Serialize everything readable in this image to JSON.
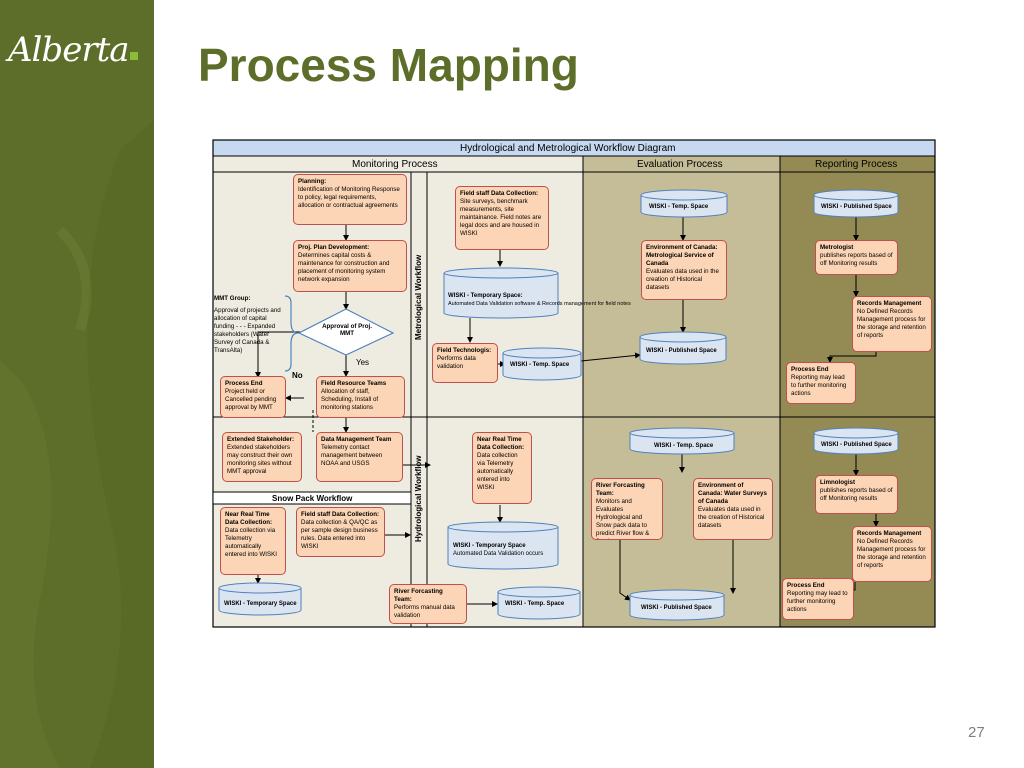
{
  "logo": {
    "text": "Alberta"
  },
  "title": "Process Mapping",
  "page_number": "27",
  "diagram": {
    "title": "Hydrological and Metrological Workflow Diagram",
    "columns": [
      "Monitoring Process",
      "Evaluation Process",
      "Reporting Process"
    ],
    "lanes": {
      "metrological": "Metrological Workflow",
      "hydrological": "Hydrological Workflow"
    },
    "snow_pack_title": "Snow Pack Workflow",
    "boxes": {
      "planning": {
        "head": "Planning:",
        "body": "Identification of Monitoring Response to policy, legal requirements, allocation or contractual agreements"
      },
      "proj_plan": {
        "head": "Proj. Plan Development:",
        "body": "Determines capital costs & maintenance for construction and placement of monitoring system network expansion"
      },
      "mmt_group": {
        "head": "MMT Group:",
        "body": "Approval of projects and allocation of capital funding - - - Expanded stakeholders (Water Survey of Canada & TransAlta)"
      },
      "approval": {
        "text": "Approval of Proj. MMT"
      },
      "yes": "Yes",
      "no": "No",
      "process_end_left": {
        "head": "Process End",
        "body": "Project held or Cancelled pending approval by MMT"
      },
      "field_resource": {
        "head": "Field Resource Teams",
        "body": "Allocation of staff, Scheduling, Install of monitoring stations"
      },
      "field_staff_top": {
        "head": "Field staff Data Collection:",
        "body": "Site surveys, benchmark measurements, site maintainance. Field notes are legal docs and are housed in WISKI"
      },
      "field_tech": {
        "head": "Field Technologis:",
        "body": "Performs data validation"
      },
      "ext_stakeholder": {
        "head": "Extended Stakeholder:",
        "body": "Extended stakeholders may construct their own monitoring sites without MMT approval"
      },
      "data_mgmt": {
        "head": "Data Management Team",
        "body": "Telemetry contact management between NOAA and USGS"
      },
      "nrt_hydro": {
        "head": "Near Real Time Data Collection:",
        "body": "Data collection via Telemetry automatically entered into WISKI"
      },
      "nrt_snow": {
        "head": "Near Real Time Data Collection:",
        "body": "Data collection via Telemetry automatically entered into WISKI"
      },
      "field_staff_snow": {
        "head": "Field staff Data Collection:",
        "body": "Data collection & QA/QC as per sample design business rules. Data entered into WISKI"
      },
      "river_forcasting_bottom": {
        "head": "River Forcasting Team:",
        "body": "Performs manual data validation"
      },
      "env_canada_met": {
        "head": "Environment of Canada: Metrological Service of Canada",
        "body": "Evaluates data used in the creation of Historical datasets"
      },
      "river_forcasting_eval": {
        "head": "River Forcasting Team:",
        "body": "Monitors and Evaluates Hydrological and Snow pack data to predict River flow & floods"
      },
      "env_canada_water": {
        "head": "Environment of Canada: Water Surveys of Canada",
        "body": "Evaluates data used in the creation of Historical datasets"
      },
      "metrologist": {
        "head": "Metrologist",
        "body": "publishes reports based of off Monitoring results"
      },
      "records_mgmt_top": {
        "head": "Records Management",
        "body": "No Defined Records Management process for the storage and retention of reports"
      },
      "process_end_top": {
        "head": "Process End",
        "body": "Reporting may lead to further monitoring actions"
      },
      "limnologist": {
        "head": "Limnologist",
        "body": "publishes reports based of off Monitoring results"
      },
      "records_mgmt_bottom": {
        "head": "Records Management",
        "body": "No Defined Records Management process for the storage and retention of reports"
      },
      "process_end_bottom": {
        "head": "Process End",
        "body": "Reporting may lead to further monitoring actions"
      }
    },
    "cylinders": {
      "wiski_temp_top": "WISKI - Temporary Space:",
      "wiski_temp_top_body": "Automated Data Validation software & Records management for field notes",
      "wiski_temp_space_mid": "WISKI - Temp. Space",
      "wiski_temp_space_eval_top": "WISKI - Temp.  Space",
      "wiski_pub_eval_top": "WISKI - Published Space",
      "wiski_pub_report_top": "WISKI - Published Space",
      "wiski_temp_hydro": "WISKI - Temporary Space",
      "wiski_temp_hydro_body": "Automated Data Validation occurs",
      "wiski_temp_snow": "WISKI - Temporary Space",
      "wiski_temp_space_bottom": "WISKI - Temp. Space",
      "wiski_temp_space_eval_bottom": "WISKI - Temp.  Space",
      "wiski_pub_eval_bottom": "WISKI - Published Space",
      "wiski_pub_report_bottom": "WISKI - Published Space"
    }
  },
  "colors": {
    "sidebar": "#5d6e2a",
    "title": "#5d6e2a",
    "box_fill": "#fbd5b5",
    "box_border": "#c0504d",
    "cylinder_fill": "#dbe5f1",
    "eval_bg": "#c4bd97",
    "report_bg": "#948a54"
  }
}
